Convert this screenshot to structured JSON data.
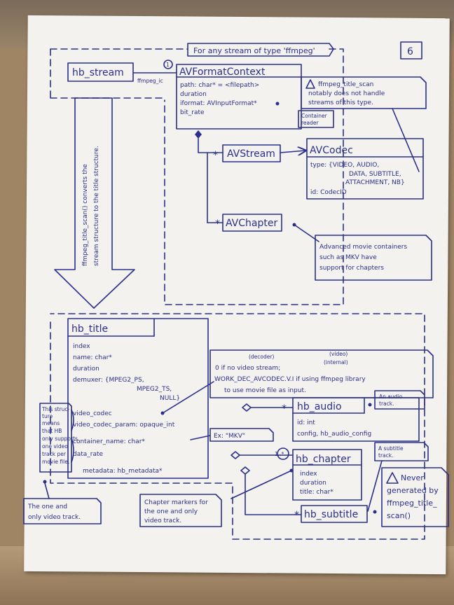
{
  "page_number": "6",
  "top_note": "For any stream of type 'ffmpeg'",
  "hb_stream": {
    "label": "hb_stream",
    "link": "ffmpeg_ic"
  },
  "multiplicity": {
    "one": "1",
    "many": "*",
    "one_b": "1..*"
  },
  "avformat": {
    "title": "AVFormatContext",
    "f1": "path: char* = <filepath>",
    "f2": "duration",
    "f3": "iformat: AVInputFormat*",
    "f4": "bit_rate",
    "container_reader": [
      "Container",
      "reader"
    ]
  },
  "warning_top": [
    "ffmpeg_title_scan",
    "notably does not handle",
    "streams of this type."
  ],
  "avstream": "AVStream",
  "avchapter": "AVChapter",
  "avcodec": {
    "title": "AVCodec",
    "l1": "type: {VIDEO, AUDIO,",
    "l2": "DATA, SUBTITLE,",
    "l3": "ATTACHMENT, NB}",
    "l4": "id: CodecID"
  },
  "chapter_note": [
    "Advanced movie containers",
    "such as MKV have",
    "support for chapters"
  ],
  "arrow_text": [
    "ffmpeg_title_scan() converts the",
    "stream structure to the title structure."
  ],
  "hb_title": {
    "title": "hb_title",
    "f1": "index",
    "f2": "name: char*",
    "f3": "duration",
    "f4": "demuxer: {MPEG2_PS,",
    "f5": "MPEG2_TS,",
    "f6": "NULL}",
    "f7": "video_codec",
    "f8": "video_codec_param: opaque_int",
    "f9": "container_name: char*",
    "f10": "data_rate",
    "f11": "metadata: hb_metadata*"
  },
  "video_note": {
    "decoder": "(decoder)",
    "video": "(video)",
    "internal": "(internal)",
    "l1": "0 if no video stream;",
    "l2": "WORK_DEC_AVCODEC.V.I if using ffmpeg library",
    "l3": "to use movie file as input."
  },
  "ex_mkv": "Ex: \"MKV\"",
  "hb_audio": {
    "title": "hb_audio",
    "f1": "id: int",
    "f2": "config, hb_audio_config"
  },
  "audio_note": [
    "An audio",
    "track."
  ],
  "hb_chapter": {
    "title": "hb_chapter",
    "f1": "index",
    "f2": "duration",
    "f3": "title: char*"
  },
  "subtitle_note": [
    "A subtitle",
    "track."
  ],
  "hb_subtitle": "hb_subtitle",
  "left_note": [
    "This struc-",
    "ture",
    "means",
    "that HB",
    "only supports",
    "one video",
    "track per",
    "movie file."
  ],
  "video_track_note": [
    "The one and",
    "only video track."
  ],
  "chapter_markers_note": [
    "Chapter markers for",
    "the one and only",
    "video track."
  ],
  "never_note": [
    "Never",
    "generated by",
    "ffmpeg_title_",
    "scan()"
  ]
}
